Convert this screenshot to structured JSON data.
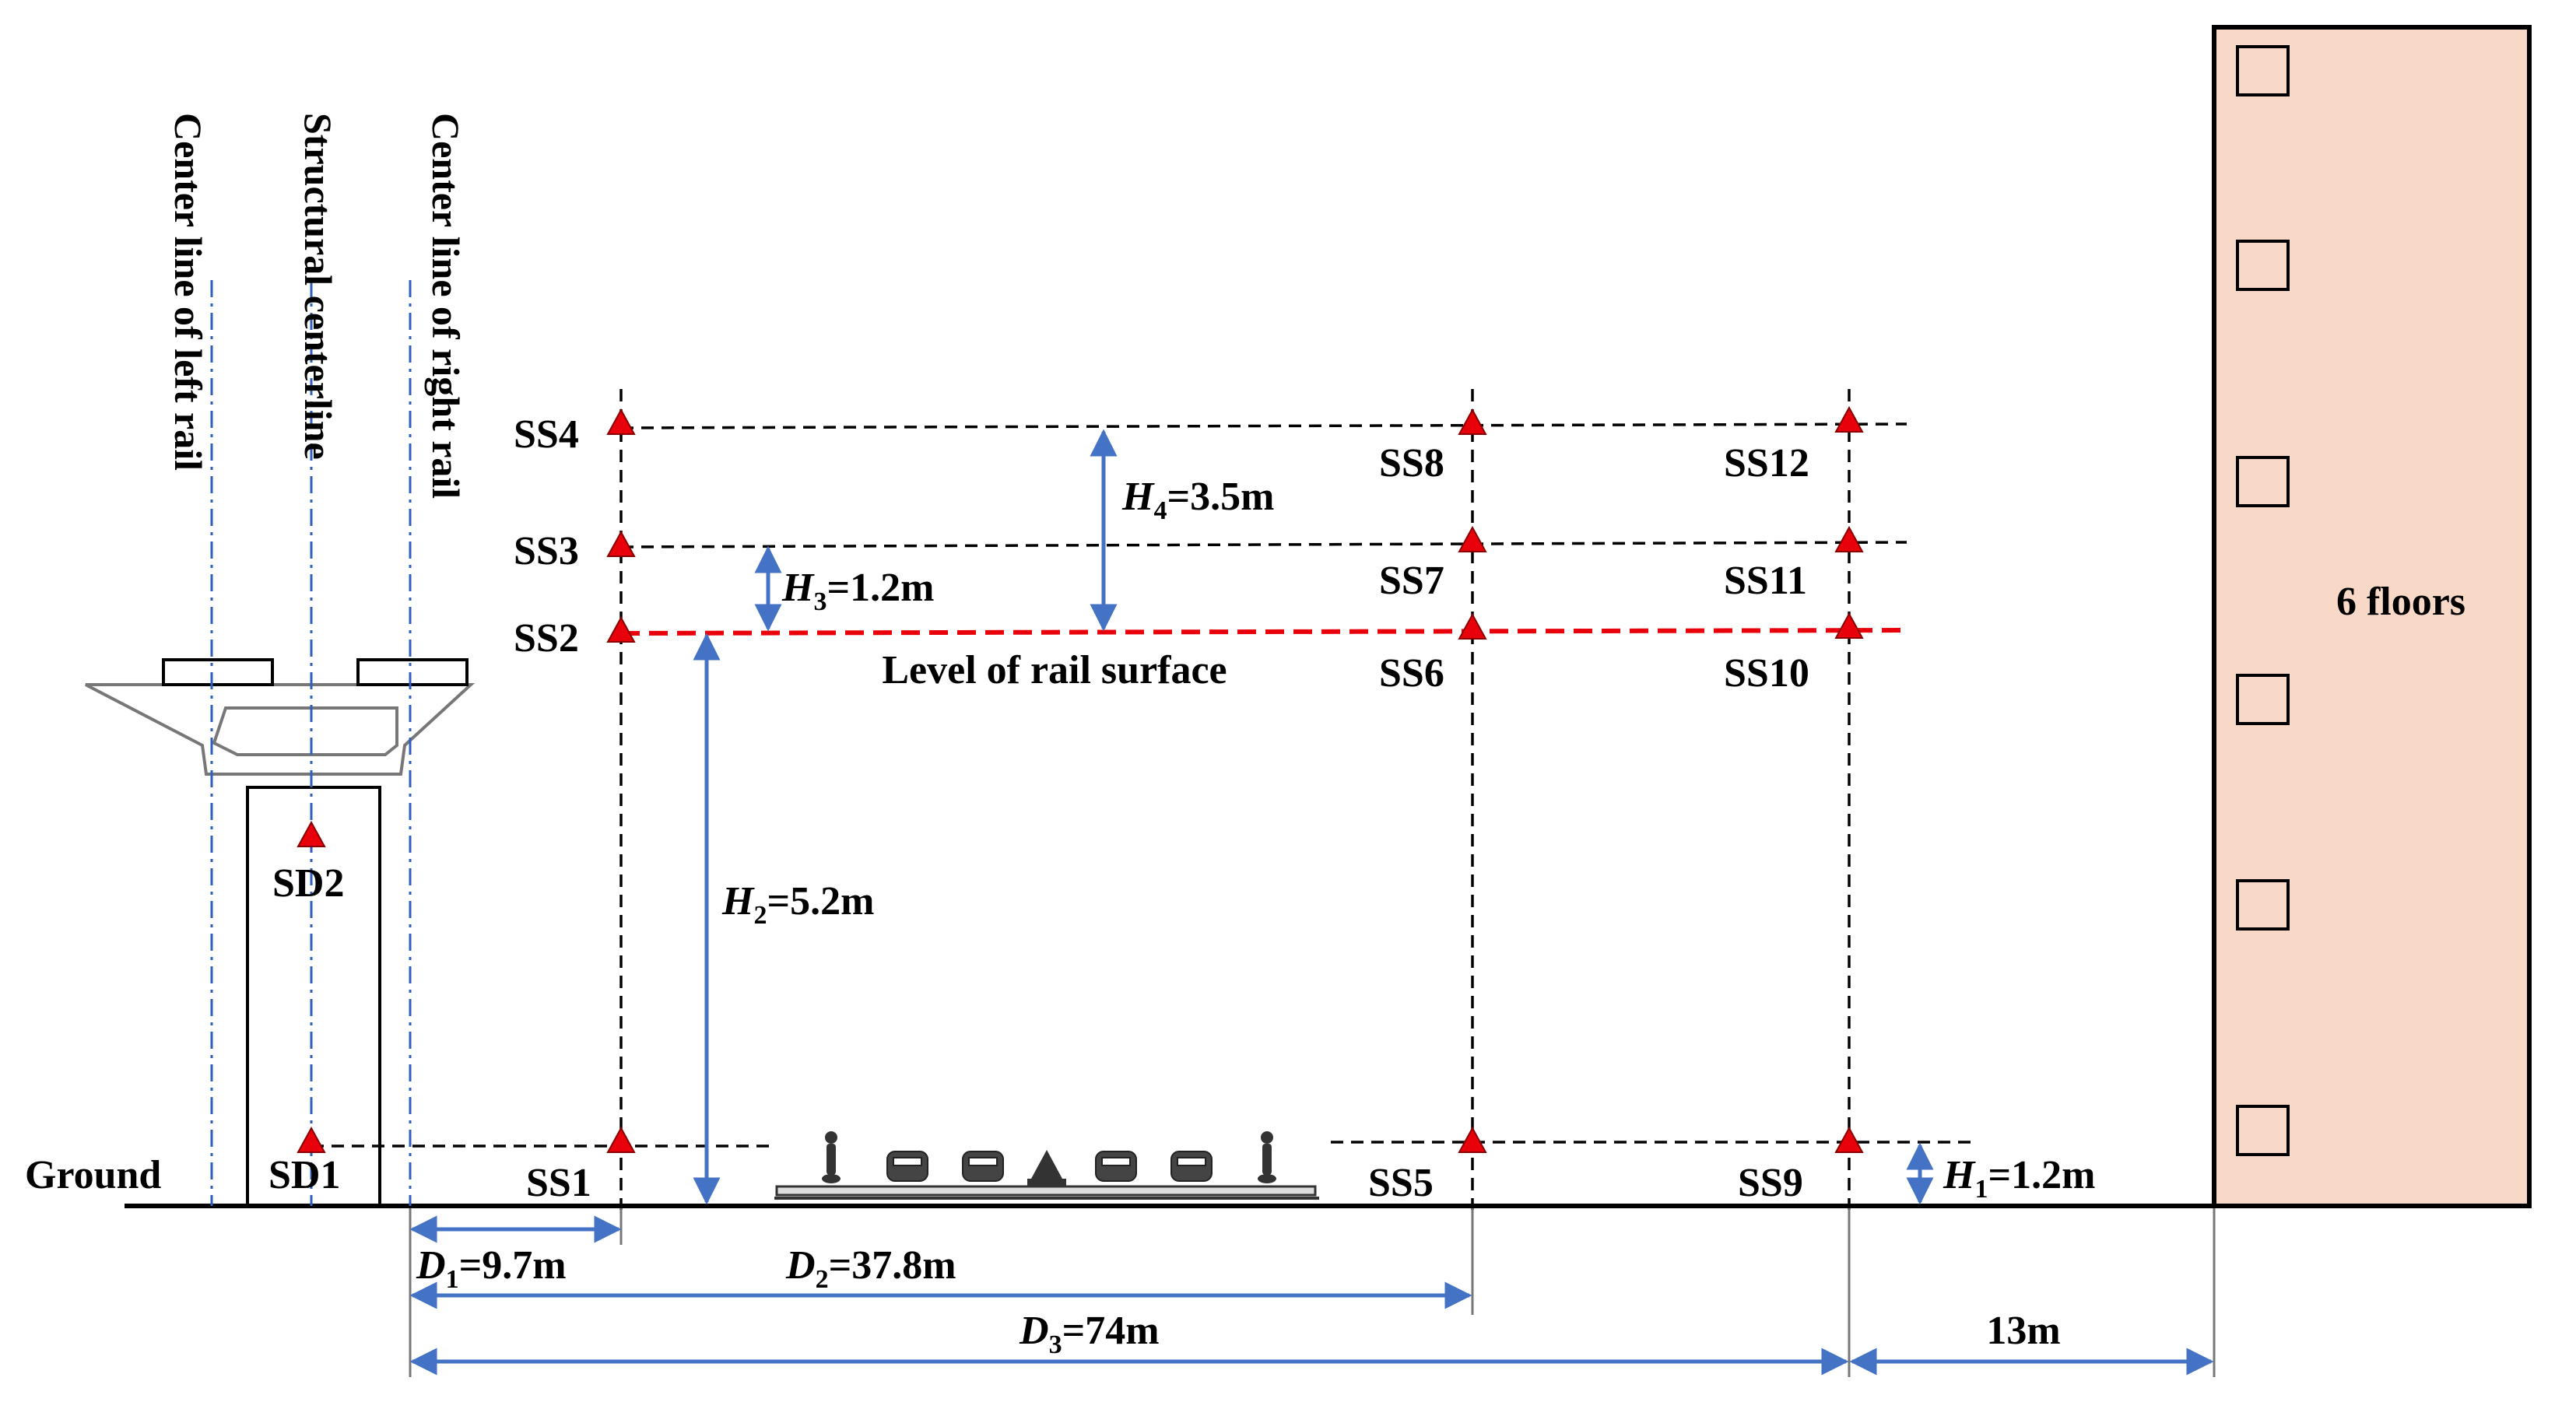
{
  "vertical_labels": {
    "left_rail": "Center line of left rail",
    "structural": "Structural centerline",
    "right_rail": "Center line of right rail"
  },
  "ground_label": "Ground",
  "rail_surface_label": "Level of rail surface",
  "building_label": "6 floors",
  "sensors": {
    "sd1": "SD1",
    "sd2": "SD2",
    "ss1": "SS1",
    "ss2": "SS2",
    "ss3": "SS3",
    "ss4": "SS4",
    "ss5": "SS5",
    "ss6": "SS6",
    "ss7": "SS7",
    "ss8": "SS8",
    "ss9": "SS9",
    "ss10": "SS10",
    "ss11": "SS11",
    "ss12": "SS12"
  },
  "dims": {
    "h1": {
      "var": "H",
      "sub": "1",
      "val": "=1.2m"
    },
    "h2": {
      "var": "H",
      "sub": "2",
      "val": "=5.2m"
    },
    "h3": {
      "var": "H",
      "sub": "3",
      "val": "=1.2m"
    },
    "h4": {
      "var": "H",
      "sub": "4",
      "val": "=3.5m"
    },
    "d1": {
      "var": "D",
      "sub": "1",
      "val": "=9.7m"
    },
    "d2": {
      "var": "D",
      "sub": "2",
      "val": "=37.8m"
    },
    "d3": {
      "var": "D",
      "sub": "3",
      "val": "=74m"
    },
    "d4": "13m"
  },
  "colors": {
    "sensor": "#e8000b",
    "dimension": "#4472c4",
    "centerline": "#2f5fbf",
    "rail_surface": "#e8000b",
    "building": "#f8d9c8"
  }
}
